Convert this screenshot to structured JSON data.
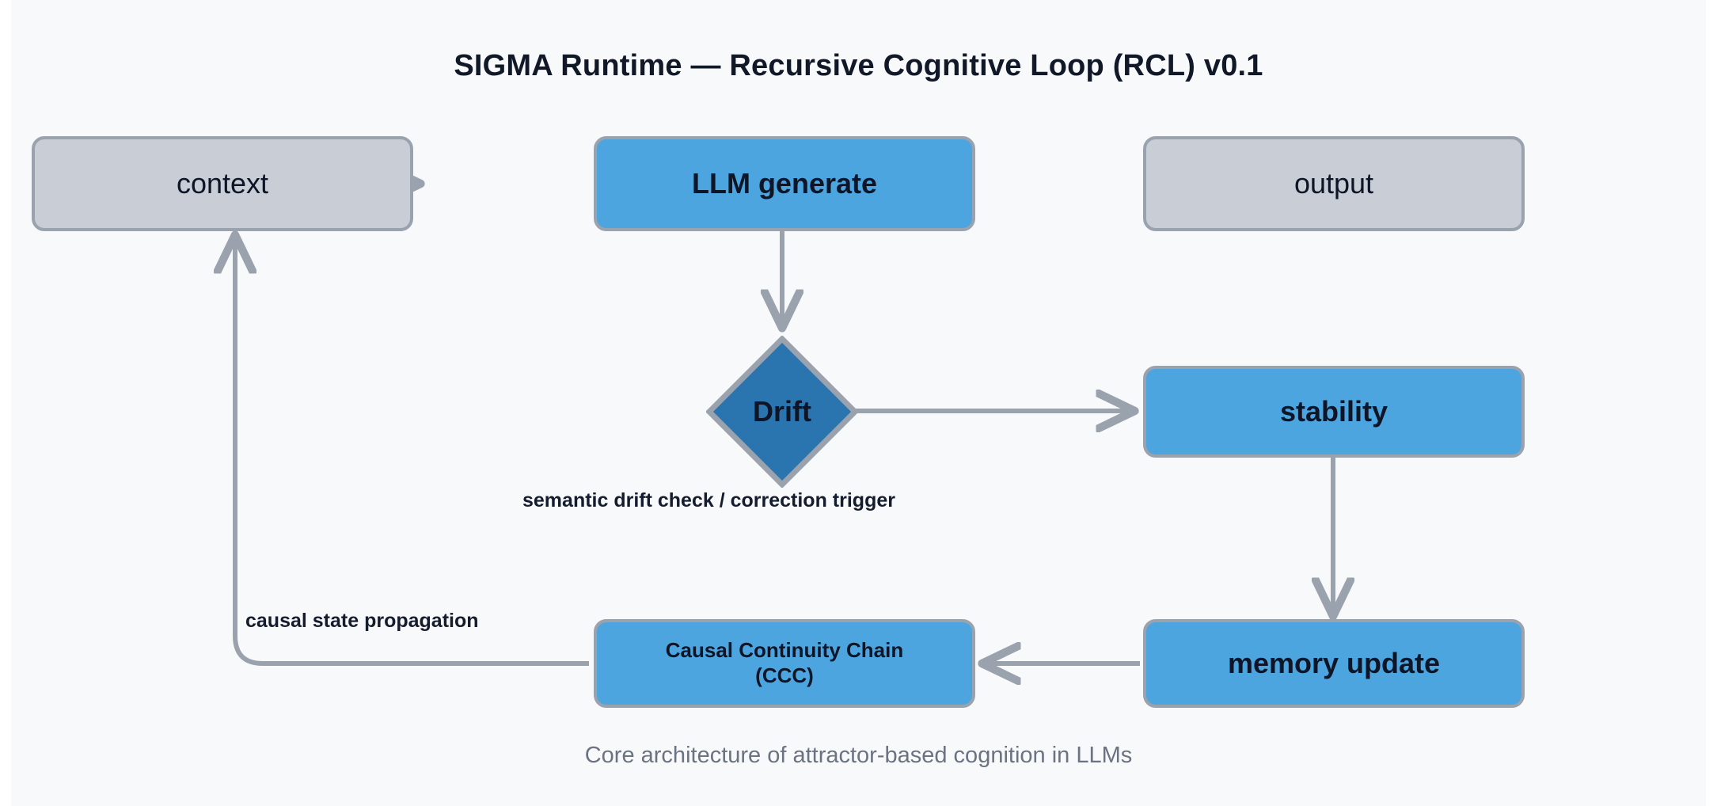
{
  "diagram": {
    "title": "SIGMA Runtime — Recursive Cognitive Loop (RCL) v0.1",
    "caption": "Core architecture of attractor-based cognition in LLMs",
    "background_color": "#f7f9fb",
    "node_border_color": "#9aa2ad",
    "edge_color": "#9aa2ad",
    "gray_node_color": "#c9cdd6",
    "blue_node_color": "#4da5e0",
    "decision_node_color": "#2a75b0",
    "text_color": "#0d1526",
    "caption_color": "#6b7280"
  },
  "nodes": {
    "context": {
      "label": "context",
      "shape": "rounded-rect",
      "style": "gray"
    },
    "llm_generate": {
      "label": "LLM generate",
      "shape": "rounded-rect",
      "style": "blue"
    },
    "output": {
      "label": "output",
      "shape": "rounded-rect",
      "style": "gray"
    },
    "drift": {
      "label": "Drift",
      "shape": "diamond",
      "style": "decision"
    },
    "stability": {
      "label": "stability",
      "shape": "rounded-rect",
      "style": "blue"
    },
    "memory_update": {
      "label": "memory update",
      "shape": "rounded-rect",
      "style": "blue"
    },
    "ccc": {
      "label_line1": "Causal Continuity Chain",
      "label_line2": "(CCC)",
      "shape": "rounded-rect",
      "style": "blue"
    }
  },
  "edges": {
    "context_to_llm": {
      "from": "context",
      "to": "llm_generate",
      "label": ""
    },
    "llm_to_output": {
      "from": "llm_generate",
      "to": "output",
      "label": ""
    },
    "llm_to_drift": {
      "from": "llm_generate",
      "to": "drift",
      "label": ""
    },
    "drift_to_stability": {
      "from": "drift",
      "to": "stability",
      "label": "semantic drift check / correction trigger"
    },
    "stability_to_memory": {
      "from": "stability",
      "to": "memory_update",
      "label": ""
    },
    "memory_to_ccc": {
      "from": "memory_update",
      "to": "ccc",
      "label": ""
    },
    "ccc_to_context": {
      "from": "ccc",
      "to": "context",
      "label": "causal state propagation"
    }
  }
}
